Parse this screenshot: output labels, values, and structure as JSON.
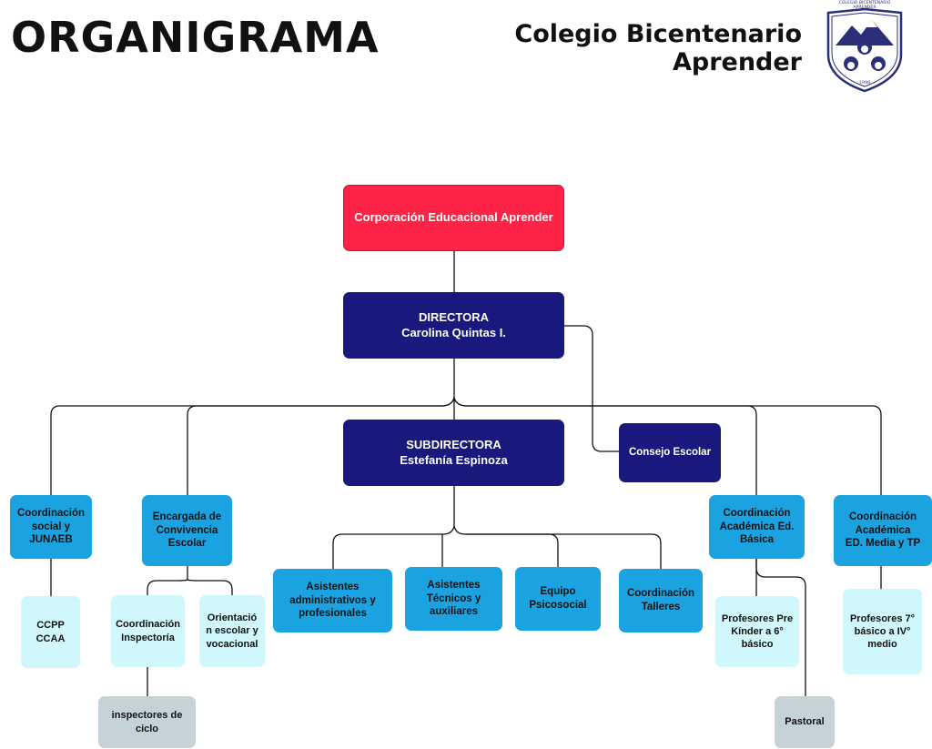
{
  "header": {
    "title": "ORGANIGRAMA",
    "school_line1": "Colegio Bicentenario",
    "school_line2": "Aprender",
    "crest_top_text": "COLEGIO BICENTENARIO",
    "crest_sub_text": "APRENDER",
    "crest_year": "1998"
  },
  "colors": {
    "top": "#ff2447",
    "direction": "#19197d",
    "coordination": "#1aa3e0",
    "staff": "#cff7fc",
    "support": "#c5d3d8",
    "lines": "#111111"
  },
  "nodes": {
    "corporacion": {
      "label": "Corporación Educacional Aprender"
    },
    "directora": {
      "line1": "DIRECTORA",
      "line2": "Carolina Quintas I."
    },
    "subdirectora": {
      "line1": "SUBDIRECTORA",
      "line2": "Estefanía Espinoza"
    },
    "consejo": {
      "label": "Consejo Escolar"
    },
    "coord_social": {
      "line1": "Coordinación",
      "line2": "social y",
      "line3": "JUNAEB"
    },
    "convivencia": {
      "line1": "Encargada de",
      "line2": "Convivencia",
      "line3": "Escolar"
    },
    "coord_basica": {
      "line1": "Coordinación",
      "line2": "Académica Ed.",
      "line3": "Básica"
    },
    "coord_media": {
      "line1": "Coordinación",
      "line2": "Académica",
      "line3": "ED. Media y TP"
    },
    "asist_admin": {
      "line1": "Asistentes",
      "line2": "administrativos y",
      "line3": "profesionales"
    },
    "asist_tecnicos": {
      "line1": "Asistentes",
      "line2": "Técnicos y",
      "line3": "auxiliares"
    },
    "equipo_psico": {
      "line1": "Equipo",
      "line2": "Psicosocial"
    },
    "coord_talleres": {
      "line1": "Coordinación",
      "line2": "Talleres"
    },
    "ccpp": {
      "line1": "CCPP",
      "line2": "CCAA"
    },
    "coord_inspectoria": {
      "line1": "Coordinación",
      "line2": "Inspectoría"
    },
    "orientacion": {
      "line1": "Orientació",
      "line2": "n escolar y",
      "line3": "vocacional"
    },
    "inspectores": {
      "line1": "inspectores de",
      "line2": "ciclo"
    },
    "prof_basica": {
      "line1": "Profesores Pre",
      "line2": "Kínder a 6°",
      "line3": "básico"
    },
    "prof_media": {
      "line1": "Profesores 7°",
      "line2": "básico a IV°",
      "line3": "medio"
    },
    "pastoral": {
      "label": "Pastoral"
    }
  }
}
